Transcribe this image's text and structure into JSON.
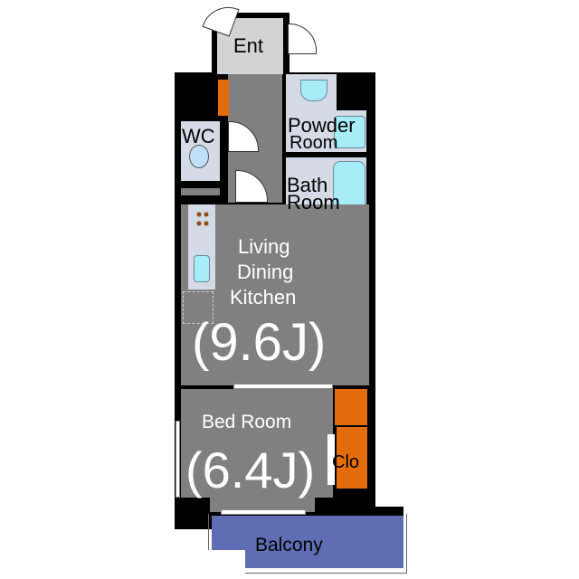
{
  "rooms": {
    "entrance": "Ent",
    "wc": "WC",
    "powder_room": [
      "Powder",
      "Room"
    ],
    "bath_room": [
      "Bath",
      "Room"
    ],
    "ldk": [
      "Living",
      "Dining",
      "Kitchen"
    ],
    "ldk_size": "(9.6J)",
    "bed_room": "Bed Room",
    "bed_room_size": "(6.4J)",
    "closet": "Clo",
    "balcony": "Balcony"
  },
  "colors": {
    "wall": "#000000",
    "floor": "#808080",
    "wet_area": "#d4dbe6",
    "storage": "#e46c0a",
    "balcony": "#5f6db5"
  }
}
